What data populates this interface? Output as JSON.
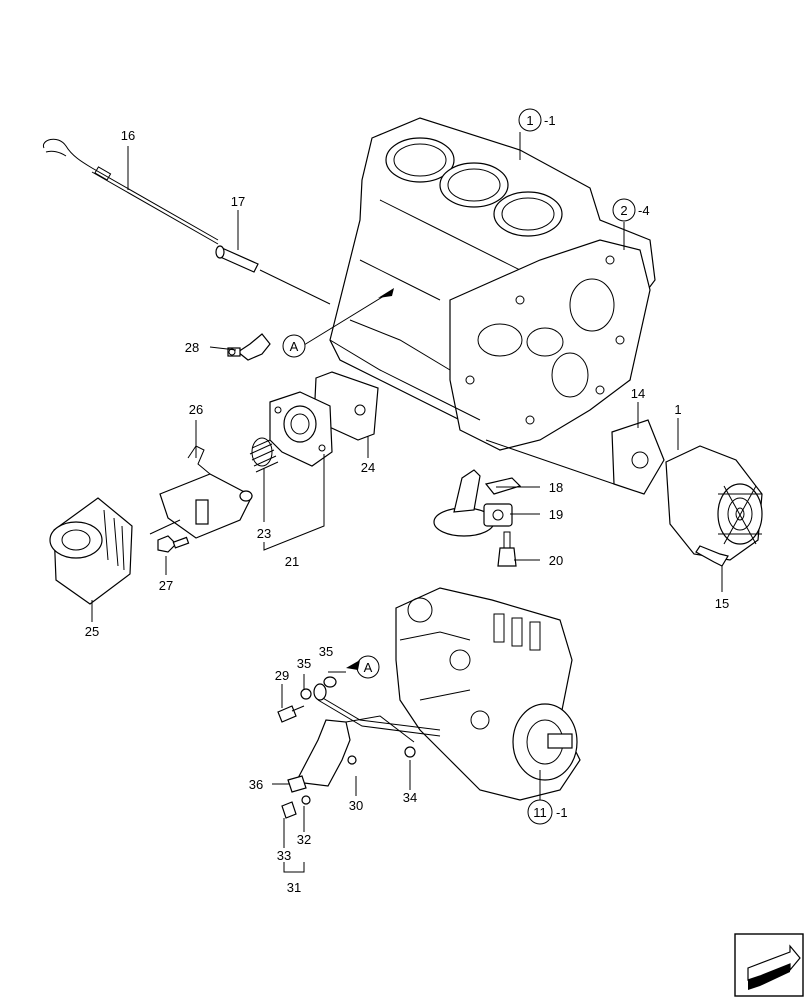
{
  "callouts": {
    "c1a": "1",
    "c1a_suffix": "-1",
    "c2": "2",
    "c2_suffix": "-4",
    "c11": "11",
    "c11_suffix": "-1",
    "c1b": "1",
    "c14": "14",
    "c15": "15",
    "c16": "16",
    "c17": "17",
    "c18": "18",
    "c19": "19",
    "c20": "20",
    "c21": "21",
    "c23": "23",
    "c24": "24",
    "c25": "25",
    "c26": "26",
    "c27": "27",
    "c28": "28",
    "c29": "29",
    "c30": "30",
    "c31": "31",
    "c32": "32",
    "c33": "33",
    "c34": "34",
    "c35a": "35",
    "c35b": "35",
    "c36": "36",
    "refA1": "A",
    "refA2": "A"
  }
}
